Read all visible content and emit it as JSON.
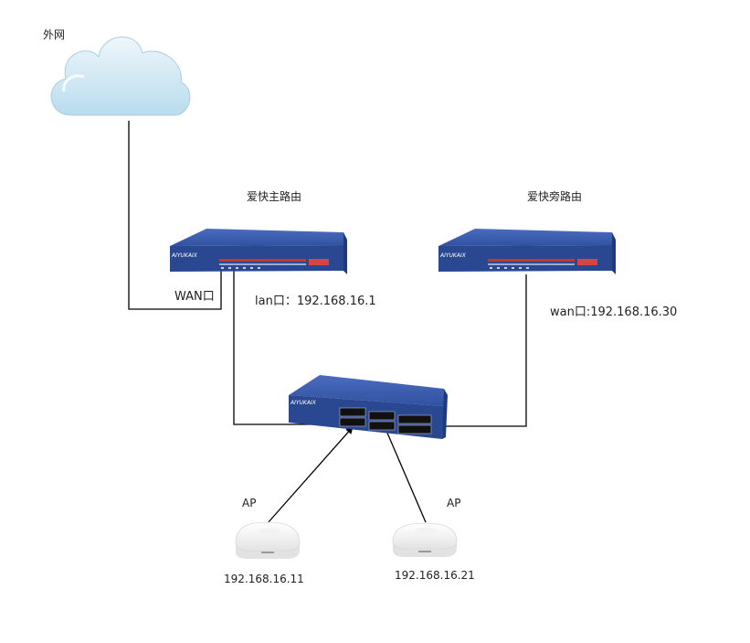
{
  "nodes": {
    "internet": {
      "label": "外网",
      "icon": "cloud-icon"
    },
    "main_router": {
      "label": "爱快主路由",
      "icon": "router-icon"
    },
    "side_router": {
      "label": "爱快旁路由",
      "icon": "router-icon"
    },
    "switch": {
      "label": "",
      "icon": "switch-icon"
    },
    "ap_left": {
      "label": "AP",
      "ip": "192.168.16.11",
      "icon": "access-point-icon"
    },
    "ap_right": {
      "label": "AP",
      "ip": "192.168.16.21",
      "icon": "access-point-icon"
    }
  },
  "ports": {
    "main_wan": "WAN口",
    "main_lan": "lan口：192.168.16.1",
    "side_wan": "wan口:192.168.16.30"
  },
  "device_brand_text": "AIYUKAIX",
  "colors": {
    "device_blue": "#2c4f9e",
    "device_front": "#25438a",
    "device_top": "#3d5fb0",
    "cloud_fill": "#cfe6f3",
    "line": "#000000"
  }
}
